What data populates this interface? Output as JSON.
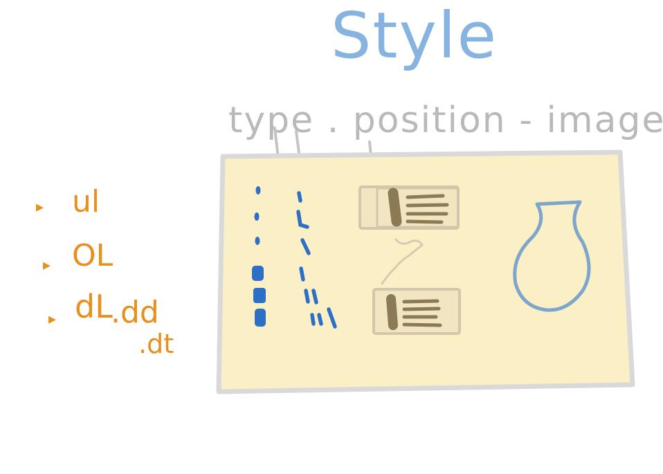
{
  "left_list": {
    "ul": "ul",
    "ol": "OL",
    "dl": "dL",
    "dd": ".dd",
    "dt": ".dt"
  },
  "title": "Style",
  "subtitle": "type . position - image",
  "colors": {
    "orange": "#e8901e",
    "title_blue": "#86b3e0",
    "gray": "#b9b9b9",
    "panel_fill": "#fbefc6",
    "panel_border": "#d9d9d9",
    "marker_blue": "#2d6fc4",
    "card_fill": "#f2e6c2",
    "card_border": "#d2c7aa",
    "card_ink": "#8c7a55",
    "vase": "#7ea6cc"
  },
  "icons": {
    "vase": "vase-icon"
  }
}
